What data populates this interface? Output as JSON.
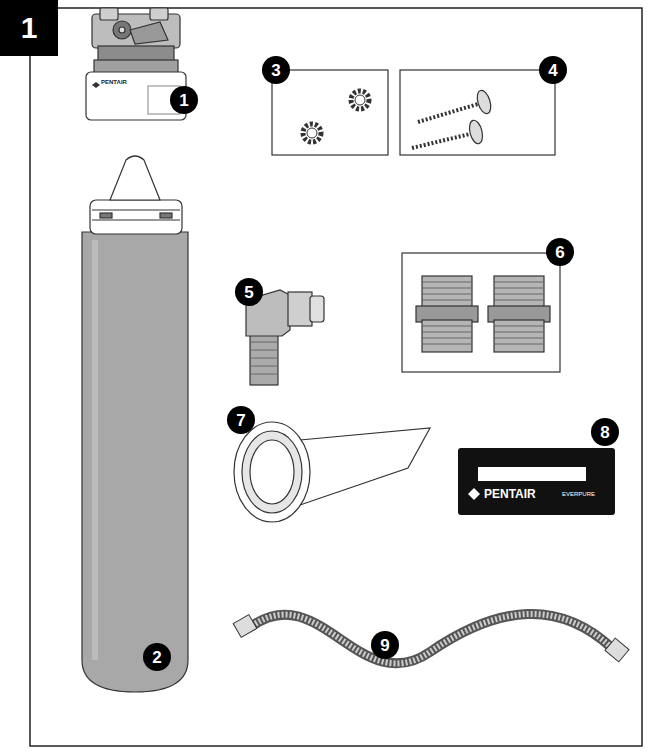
{
  "diagram": {
    "labels": [
      "1",
      "1",
      "2",
      "3",
      "4",
      "5",
      "6",
      "7",
      "8",
      "9",
      "PENTAIR",
      "PENTAIR",
      "EVERPURE"
    ]
  }
}
